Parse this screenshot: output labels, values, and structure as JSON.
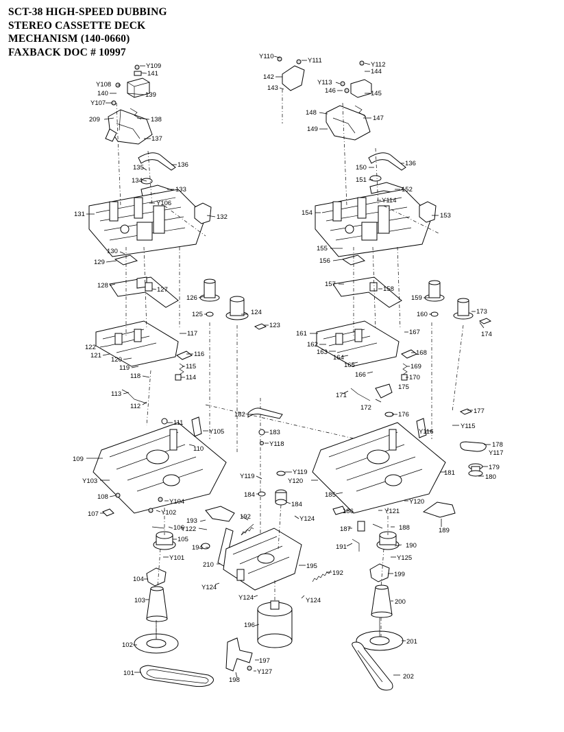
{
  "header": {
    "line1": "SCT-38 HIGH-SPEED DUBBING",
    "line2": "STEREO CASSETTE DECK",
    "line3": "MECHANISM  (140-0660)",
    "line4": "FAXBACK DOC # 10997"
  },
  "callouts": {
    "c101": "101",
    "c102": "102",
    "c103": "103",
    "c104": "104",
    "c105": "105",
    "c106": "106",
    "c107": "107",
    "c108": "108",
    "c109": "109",
    "c110": "110",
    "c111": "111",
    "c112": "112",
    "c113": "113",
    "c114": "114",
    "c115": "115",
    "c116": "116",
    "c117": "117",
    "c118": "118",
    "c119": "119",
    "c120": "120",
    "c121": "121",
    "c122": "122",
    "c123": "123",
    "c124": "124",
    "c125": "125",
    "c126": "126",
    "c127": "127",
    "c128": "128",
    "c129": "129",
    "c130": "130",
    "c131": "131",
    "c132": "132",
    "c133": "133",
    "c134": "134",
    "c135": "135",
    "c136a": "136",
    "c136b": "136",
    "c137": "137",
    "c138": "138",
    "c139": "139",
    "c140": "140",
    "c141": "141",
    "c142": "142",
    "c143": "143",
    "c144": "144",
    "c145": "145",
    "c146": "146",
    "c147": "147",
    "c148": "148",
    "c149": "149",
    "c150": "150",
    "c151": "151",
    "c152": "152",
    "c153": "153",
    "c154": "154",
    "c155": "155",
    "c156": "156",
    "c157": "157",
    "c158": "158",
    "c159": "159",
    "c160": "160",
    "c161": "161",
    "c162": "162",
    "c163": "163",
    "c164": "164",
    "c165": "165",
    "c166": "166",
    "c167": "167",
    "c168": "168",
    "c169": "169",
    "c170": "170",
    "c171": "171",
    "c172": "172",
    "c173": "173",
    "c174": "174",
    "c175": "175",
    "c176": "176",
    "c177": "177",
    "c178": "178",
    "c179": "179",
    "c180": "180",
    "c181": "181",
    "c182": "182",
    "c183": "183",
    "c184a": "184",
    "c184b": "184",
    "c185": "185",
    "c186": "186",
    "c187": "187",
    "c188": "188",
    "c189": "189",
    "c190": "190",
    "c191": "191",
    "c192a": "192",
    "c192b": "192",
    "c193": "193",
    "c194": "194",
    "c195": "195",
    "c196": "196",
    "c197": "197",
    "c198": "198",
    "c199": "199",
    "c200": "200",
    "c201": "201",
    "c202": "202",
    "c209": "209",
    "c210": "210",
    "y101": "Y101",
    "y102": "Y102",
    "y103": "Y103",
    "y104": "Y104",
    "y105": "Y105",
    "y106": "Y106",
    "y107": "Y107",
    "y108": "Y108",
    "y109": "Y109",
    "y110": "Y110",
    "y111": "Y111",
    "y112": "Y112",
    "y113": "Y113",
    "y114": "Y114",
    "y115": "Y115",
    "y116": "Y116",
    "y117": "Y117",
    "y118": "Y118",
    "y119a": "Y119",
    "y119b": "Y119",
    "y120a": "Y120",
    "y120b": "Y120",
    "y121": "Y121",
    "y122": "Y122",
    "y124a": "Y124",
    "y124b": "Y124",
    "y124c": "Y124",
    "y124d": "Y124",
    "y125": "Y125",
    "y127": "Y127"
  }
}
